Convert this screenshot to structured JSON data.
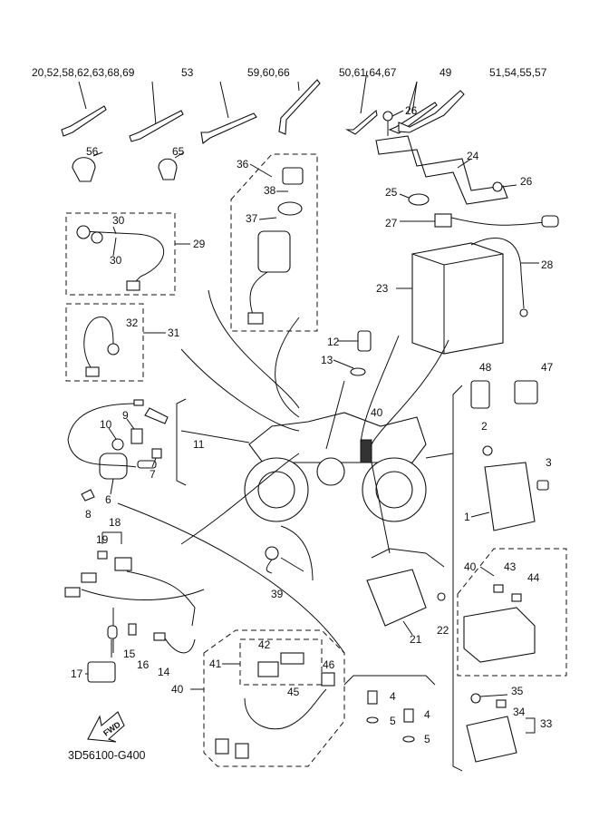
{
  "diagram_code": "3D56100-G400",
  "fwd_label": "FWD",
  "callouts": {
    "ties_a": "20,52,58,62,63,68,69",
    "tie_53": "53",
    "ties_b": "59,60,66",
    "ties_c": "50,61,64,67",
    "tie_49": "49",
    "ties_d": "51,54,55,57",
    "c26a": "26",
    "c24": "24",
    "c26b": "26",
    "c25": "25",
    "c27": "27",
    "c28": "28",
    "c23": "23",
    "c56": "56",
    "c65": "65",
    "c36": "36",
    "c38": "38",
    "c37": "37",
    "c30a": "30",
    "c30b": "30",
    "c29": "29",
    "c32": "32",
    "c31": "31",
    "c12": "12",
    "c13": "13",
    "c48": "48",
    "c47": "47",
    "c40a": "40",
    "c2": "2",
    "c3": "3",
    "c1": "1",
    "c10": "10",
    "c9": "9",
    "c11": "11",
    "c7": "7",
    "c6": "6",
    "c8": "8",
    "c18": "18",
    "c19": "19",
    "c39": "39",
    "c40b": "40",
    "c43": "43",
    "c44": "44",
    "c21": "21",
    "c22": "22",
    "c42": "42",
    "c41": "41",
    "c46": "46",
    "c45": "45",
    "c40c": "40",
    "c17": "17",
    "c15": "15",
    "c16": "16",
    "c14": "14",
    "c4a": "4",
    "c5a": "5",
    "c4b": "4",
    "c5b": "5",
    "c35": "35",
    "c34": "34",
    "c33": "33"
  }
}
